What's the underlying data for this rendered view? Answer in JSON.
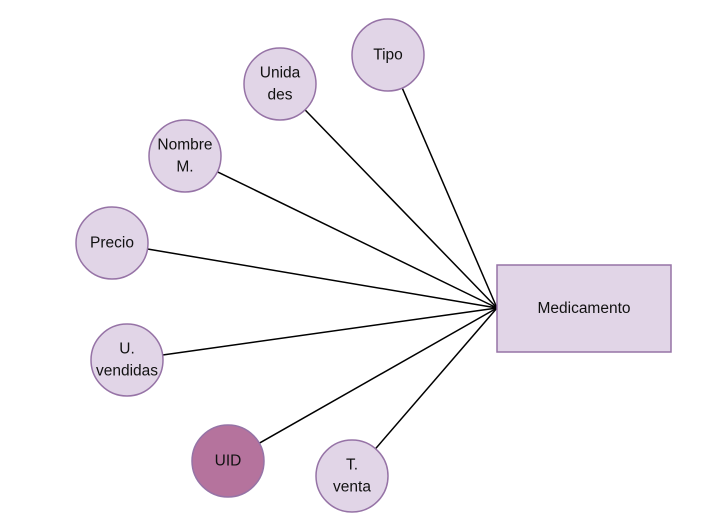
{
  "entity": {
    "label": "Medicamento",
    "fill": "#e1d5e7",
    "stroke": "#9673a6"
  },
  "attributes": [
    {
      "id": "tipo",
      "lines": [
        "Tipo"
      ],
      "fill": "#e1d5e7",
      "stroke": "#9673a6"
    },
    {
      "id": "unidades",
      "lines": [
        "Unida",
        "des"
      ],
      "fill": "#e1d5e7",
      "stroke": "#9673a6"
    },
    {
      "id": "nombre-m",
      "lines": [
        "Nombre",
        "M."
      ],
      "fill": "#e1d5e7",
      "stroke": "#9673a6"
    },
    {
      "id": "precio",
      "lines": [
        "Precio"
      ],
      "fill": "#e1d5e7",
      "stroke": "#9673a6"
    },
    {
      "id": "u-vendidas",
      "lines": [
        "U.",
        "vendidas"
      ],
      "fill": "#e1d5e7",
      "stroke": "#9673a6"
    },
    {
      "id": "uid",
      "lines": [
        "UID"
      ],
      "fill": "#b5739d",
      "stroke": "#9673a6"
    },
    {
      "id": "t-venta",
      "lines": [
        "T.",
        "venta"
      ],
      "fill": "#e1d5e7",
      "stroke": "#9673a6"
    }
  ],
  "connector_color": "#000000"
}
